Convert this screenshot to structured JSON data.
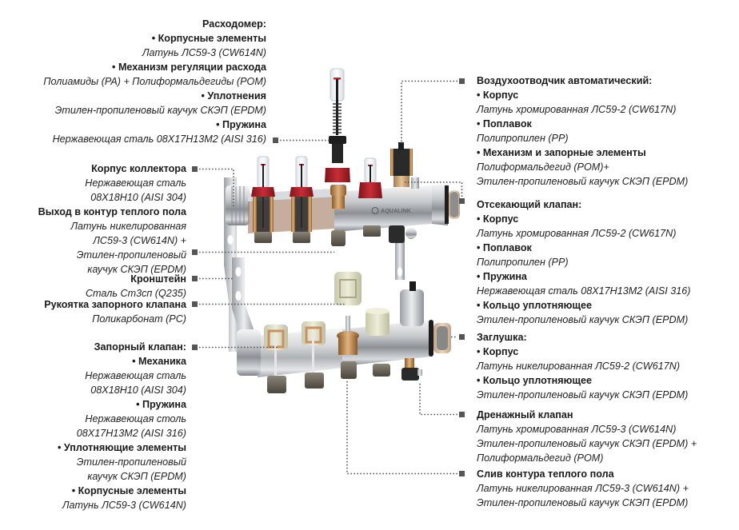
{
  "left_callouts": [
    {
      "id": "flowmeter",
      "title": "Расходомер:",
      "items": [
        {
          "label": "• Корпусные элементы",
          "material": [
            "Латунь ЛС59-3 (CW614N)"
          ]
        },
        {
          "label": "• Механизм регуляции расхода",
          "material": [
            "Полиамиды (PA) + Полиформальдегиды (POM)"
          ]
        },
        {
          "label": "• Уплотнения",
          "material": [
            "Этилен-пропиленовый каучук СКЭП (EPDM)"
          ]
        },
        {
          "label": "• Пружина",
          "material": [
            "Нержавеющая сталь 08Х17Н13М2 (AISI 316)"
          ]
        }
      ]
    },
    {
      "id": "collector-body",
      "title": "Корпус коллектора",
      "items": [
        {
          "label": "",
          "material": [
            "Нержавеющая сталь",
            "08Х18Н10 (AISI 304)"
          ]
        }
      ]
    },
    {
      "id": "floor-outlet",
      "title": "Выход в контур теплого пола",
      "items": [
        {
          "label": "",
          "material": [
            "Латунь никелированная",
            "ЛС59-3 (CW614N) +",
            "Этилен-пропиленовый",
            "каучук СКЭП (EPDM)"
          ]
        }
      ]
    },
    {
      "id": "bracket",
      "title": "Кронштейн",
      "items": [
        {
          "label": "",
          "material": [
            "Сталь Ст3сп (Q235)"
          ]
        }
      ]
    },
    {
      "id": "valve-handle",
      "title": "Рукоятка запорного клапана",
      "items": [
        {
          "label": "",
          "material": [
            "Поликарбонат (PC)"
          ]
        }
      ]
    },
    {
      "id": "shutoff-valve",
      "title": "Запорный клапан:",
      "items": [
        {
          "label": "• Механика",
          "material": [
            "Нержавеющая сталь",
            "08Х18Н10 (AISI 304)"
          ]
        },
        {
          "label": "• Пружина",
          "material": [
            "Нержавеющая столь",
            "08Х17Н13М2 (AISI 316)"
          ]
        },
        {
          "label": "• Уплотняющие элементы",
          "material": [
            "Этилен-пропиленовый",
            "каучук СКЭП (EPDM)"
          ]
        },
        {
          "label": "• Корпусные элементы",
          "material": [
            "Латунь ЛС59-3 (CW614N)"
          ]
        }
      ]
    }
  ],
  "right_callouts": [
    {
      "id": "air-vent",
      "title": "Воздухоотводчик автоматический:",
      "items": [
        {
          "label": "• Корпус",
          "material": [
            "Латунь хромированная ЛС59-2 (CW617N)"
          ]
        },
        {
          "label": "• Поплавок",
          "material": [
            "Полипропилен (PP)"
          ]
        },
        {
          "label": "• Механизм и запорные элементы",
          "material": [
            "Полиформальдегид (POM)+",
            "Этилен-пропиленовый каучук СКЭП (EPDM)"
          ]
        }
      ]
    },
    {
      "id": "cutoff-valve",
      "title": "Отсекающий клапан:",
      "items": [
        {
          "label": "• Корпус",
          "material": [
            "Латунь хромированная ЛС59-2 (CW617N)"
          ]
        },
        {
          "label": "• Поплавок",
          "material": [
            "Полипропилен (PP)"
          ]
        },
        {
          "label": "• Пружина",
          "material": [
            "Нержавеющая сталь 08Х17Н13М2 (AISI 316)"
          ]
        },
        {
          "label": "• Кольцо уплотняющее",
          "material": [
            "Этилен-пропиленовый каучук СКЭП (EPDM)"
          ]
        }
      ]
    },
    {
      "id": "plug",
      "title": "Заглушка:",
      "items": [
        {
          "label": "• Корпус",
          "material": [
            "Латунь никелированная ЛС59-2 (CW617N)"
          ]
        },
        {
          "label": "• Кольцо уплотняющее",
          "material": [
            "Этилен-пропиленовый каучук СКЭП (EPDM)"
          ]
        }
      ]
    },
    {
      "id": "drain-valve",
      "title": "Дренажный клапан",
      "items": [
        {
          "label": "",
          "material": [
            "Латунь хромированная ЛС59-3 (CW614N)",
            "Этилен-пропиленовый каучук СКЭП (EPDM) +",
            "Полиформальдегид (POM)"
          ]
        }
      ]
    },
    {
      "id": "floor-drain",
      "title": "Слив контура теплого пола",
      "items": [
        {
          "label": "",
          "material": [
            "Латунь никелированная ЛС59-3 (CW614N) +",
            "Этилен-пропиленовый каучук СКЭП (EPDM)"
          ]
        }
      ]
    }
  ],
  "product": {
    "brand_label": "AQUALINK"
  },
  "colors": {
    "marker": "#555555",
    "text": "#1a1a1a",
    "valve_red": "#b3202a",
    "brass": "#c9955a",
    "ivory": "#e4e4cf",
    "steel": "#c9ccd0"
  }
}
